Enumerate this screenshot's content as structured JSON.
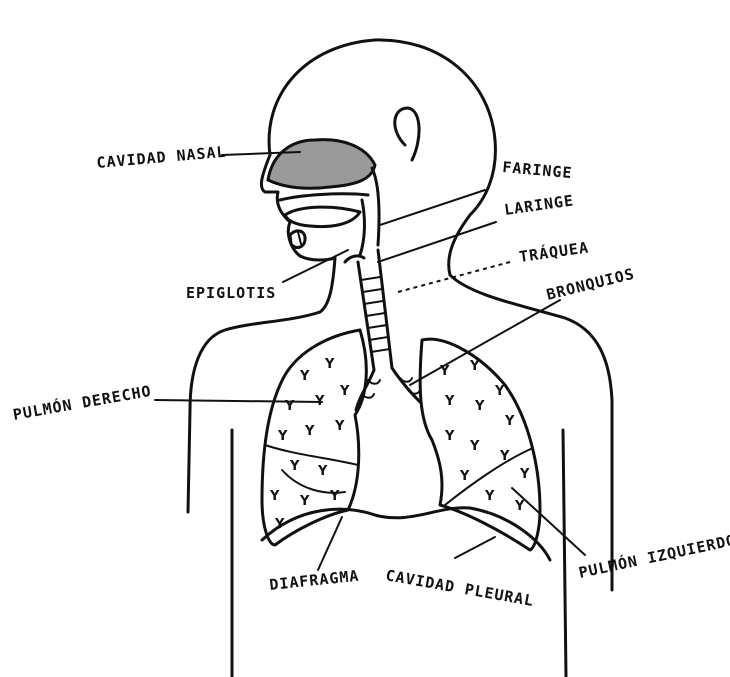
{
  "diagram": {
    "labels": {
      "cavidad_nasal": "CAVIDAD NASAL",
      "faringe": "FARINGE",
      "laringe": "LARINGE",
      "epiglotis": "EPIGLOTIS",
      "traquea": "TRÁQUEA",
      "bronquios": "BRONQUIOS",
      "pulmon_derecho": "PULMÓN DERECHO",
      "pulmon_izquierdo": "PULMÓN IZQUIERDO",
      "diafragma": "DIAFRAGMA",
      "cavidad_pleural": "CAVIDAD PLEURAL"
    },
    "colors": {
      "ink": "#111111",
      "nasal_fill": "#9a9a9a",
      "background": "#ffffff"
    }
  }
}
